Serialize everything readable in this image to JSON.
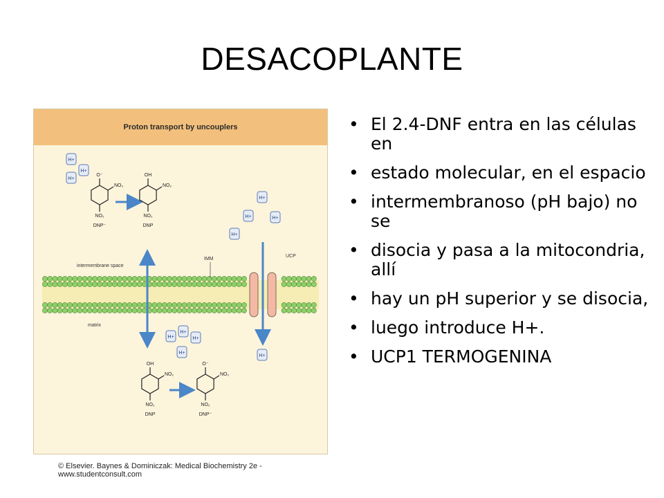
{
  "slide": {
    "title": "DESACOPLANTE",
    "bullets": [
      "El 2.4-DNF entra en las células en",
      "estado molecular, en el espacio",
      "intermembranoso (pH bajo) no se",
      "disocia y pasa a la mitocondria, allí",
      "hay un pH superior y se disocia,",
      "luego introduce H+.",
      "UCP1 TERMOGENINA"
    ],
    "bullet_glyph": "•"
  },
  "figure": {
    "header": "Proton transport by uncouplers",
    "credit": "© Elsevier. Baynes & Dominiczak: Medical Biochemistry 2e - www.studentconsult.com",
    "labels": {
      "intermembrane": "intermembrane space",
      "matrix": "matrix",
      "imm": "IMM",
      "ucp": "UCP"
    },
    "proton": "H+",
    "molecules": {
      "top_left": {
        "top": "O⁻",
        "sub": "NO₂",
        "bottom": "NO₂",
        "name": "DNP⁻"
      },
      "top_right": {
        "top": "OH",
        "sub": "NO₂",
        "bottom": "NO₂",
        "name": "DNP"
      },
      "bot_left": {
        "top": "OH",
        "sub": "NO₂",
        "bottom": "NO₂",
        "name": "DNP"
      },
      "bot_right": {
        "top": "O⁻",
        "sub": "NO₂",
        "bottom": "NO₂",
        "name": "DNP⁻"
      }
    },
    "colors": {
      "header": "#f2c07c",
      "background": "#fdf4dc",
      "membrane_head": "#8fcf6a",
      "membrane_core": "#f6edb4",
      "ucp": "#f3b9a4",
      "arrow": "#4a86c8",
      "proton_fill": "#e6ecf7",
      "proton_stroke": "#5b7db5"
    }
  }
}
